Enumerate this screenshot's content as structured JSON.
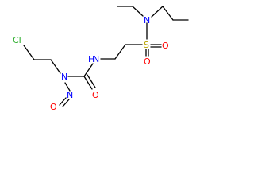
{
  "molecule": {
    "atoms": {
      "cl": {
        "text": "Cl",
        "color": "#22aa22"
      },
      "n_nitroso_amine": {
        "text": "N",
        "color": "#0000ff"
      },
      "n_nitroso": {
        "text": "N",
        "color": "#0000ff"
      },
      "o_nitroso": {
        "text": "O",
        "color": "#ff0000"
      },
      "o_carbonyl": {
        "text": "O",
        "color": "#ff0000"
      },
      "nh": {
        "text": "N",
        "color": "#0000ff"
      },
      "nh_h": {
        "text": "H",
        "color": "#0000ff"
      },
      "s": {
        "text": "S",
        "color": "#b8a300"
      },
      "o_sulfonyl_1": {
        "text": "O",
        "color": "#ff0000"
      },
      "o_sulfonyl_2": {
        "text": "O",
        "color": "#ff0000"
      },
      "n_sulfonamide": {
        "text": "N",
        "color": "#0000ff"
      }
    }
  }
}
